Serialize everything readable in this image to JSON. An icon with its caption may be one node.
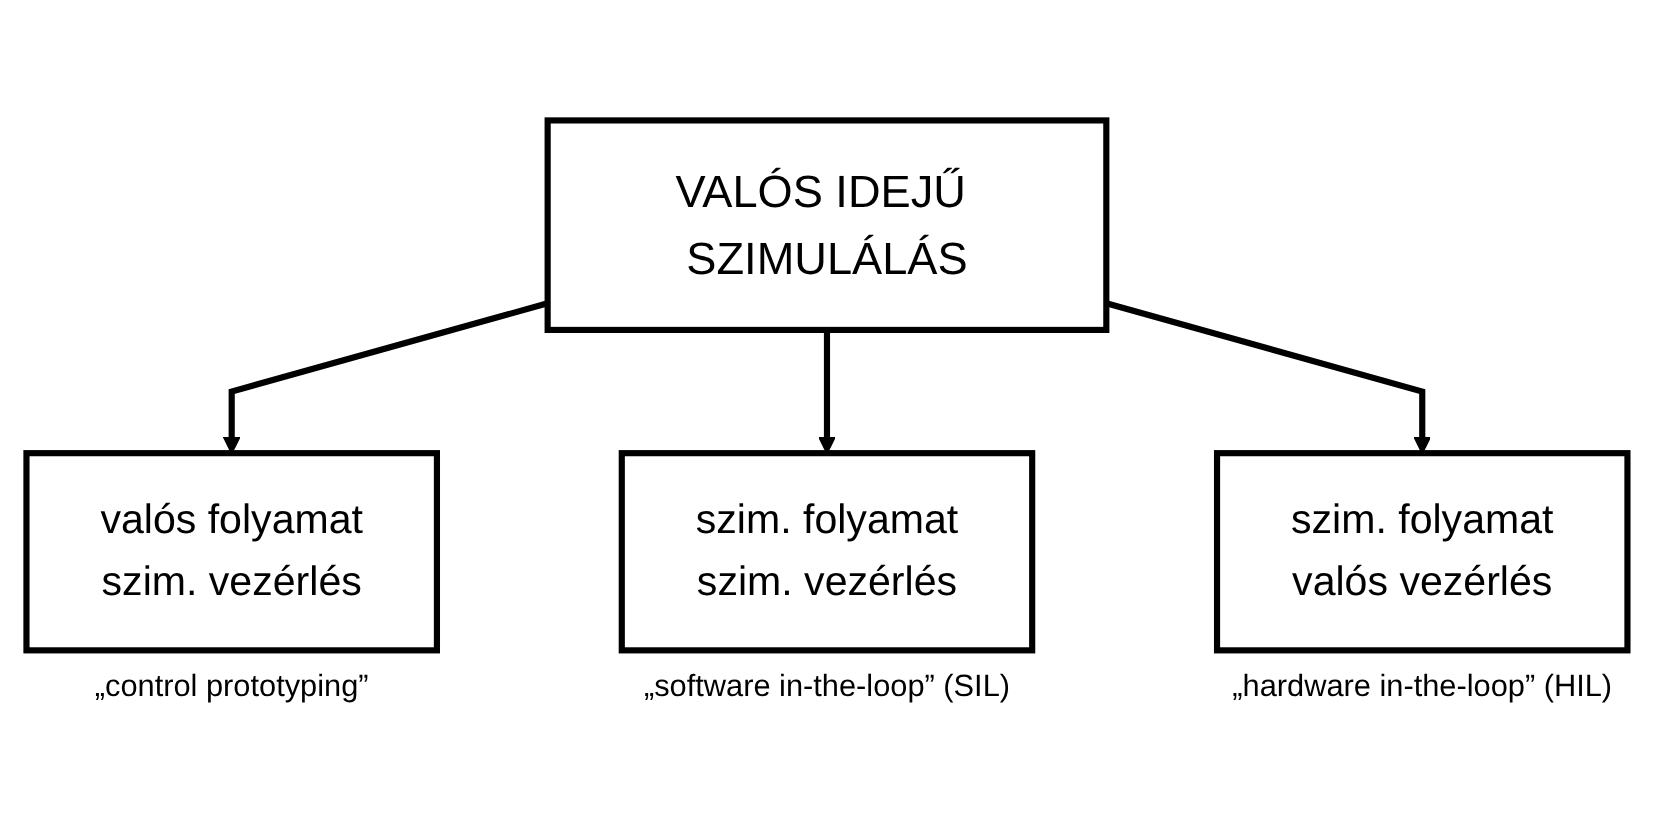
{
  "diagram": {
    "nodes": [
      {
        "text": [
          "VALÓS IDEJŰ SZIMULÁLÁS"
        ]
      },
      {
        "text": [
          "valós folyamat",
          "szim. vezérlés"
        ],
        "beside": [
          "„control prototyping”"
        ]
      },
      {
        "text": [
          "szim. folyamat",
          "szim. vezérlés"
        ],
        "beside": [
          "„software in-the-loop” (SIL)"
        ]
      },
      {
        "text": [
          "szim. folyamat",
          "valós vezérlés"
        ],
        "beside": [
          "„hardware in-the-loop” (HIL)"
        ]
      }
    ],
    "edges": [
      {
        "from": 0,
        "to": 1,
        "arrow": "to"
      },
      {
        "from": 0,
        "to": 2,
        "arrow": "to"
      },
      {
        "from": 0,
        "to": 3,
        "arrow": "to"
      }
    ]
  }
}
